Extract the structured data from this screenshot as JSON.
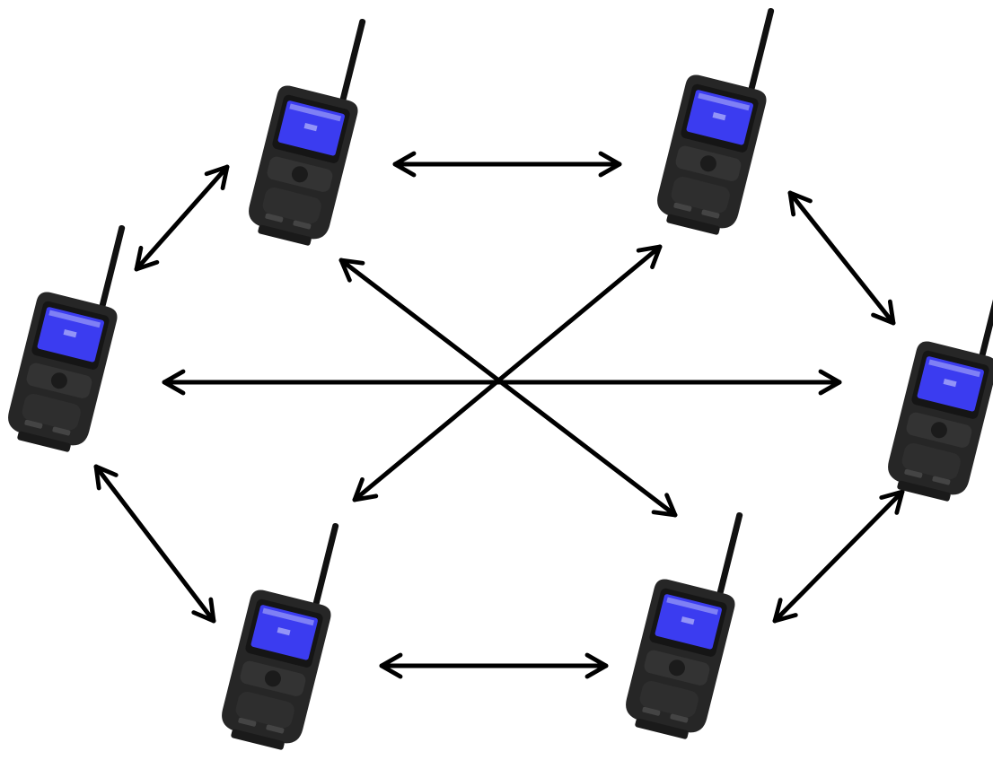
{
  "diagram": {
    "kind": "mesh-network",
    "node_type": "handheld-radio-icon",
    "node_count": 6,
    "nodes": [
      {
        "id": "top-left"
      },
      {
        "id": "top-right"
      },
      {
        "id": "mid-left"
      },
      {
        "id": "mid-right"
      },
      {
        "id": "bottom-left"
      },
      {
        "id": "bottom-right"
      }
    ],
    "links": [
      {
        "from": "top-left",
        "to": "top-right",
        "type": "bidirectional"
      },
      {
        "from": "top-left",
        "to": "mid-left",
        "type": "bidirectional"
      },
      {
        "from": "top-right",
        "to": "mid-right",
        "type": "bidirectional"
      },
      {
        "from": "mid-left",
        "to": "mid-right",
        "type": "bidirectional"
      },
      {
        "from": "top-left",
        "to": "bottom-right",
        "type": "bidirectional"
      },
      {
        "from": "top-right",
        "to": "bottom-left",
        "type": "bidirectional"
      },
      {
        "from": "mid-left",
        "to": "bottom-left",
        "type": "bidirectional"
      },
      {
        "from": "mid-right",
        "to": "bottom-right",
        "type": "bidirectional"
      },
      {
        "from": "bottom-left",
        "to": "bottom-right",
        "type": "bidirectional"
      }
    ],
    "colors": {
      "arrow": "#000000",
      "device_body": "#262626",
      "device_screen": "#3b3cf0",
      "antenna": "#111111",
      "background": "#ffffff"
    }
  }
}
